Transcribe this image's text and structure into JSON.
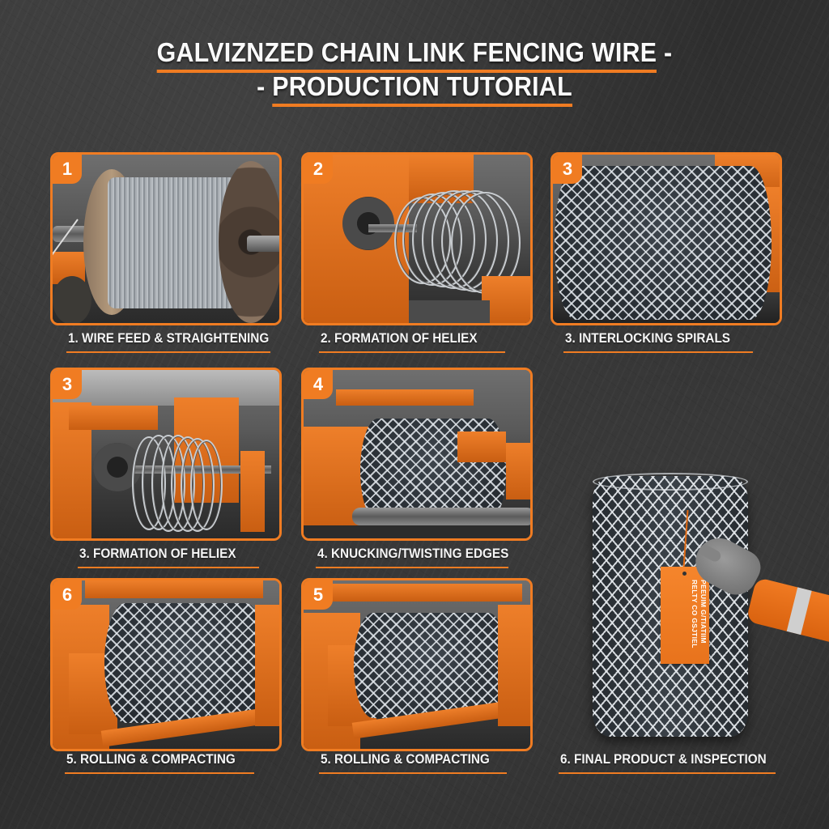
{
  "title": {
    "line1": "GALVIZNZED CHAIN LINK FENCING WIRE",
    "line1_suffix": "-",
    "line2_prefix": "-",
    "line2": "PRODUCTION TUTORIAL"
  },
  "colors": {
    "accent": "#f07c22",
    "background": "#333333",
    "text": "#f5f5f5"
  },
  "panels": [
    {
      "badge": "1",
      "caption": "1. WIRE FEED & STRAIGHTENING",
      "scene": "wire-spool"
    },
    {
      "badge": "2",
      "caption": "2. FORMATION OF HELIEX",
      "scene": "wire-coil-helix"
    },
    {
      "badge": "3",
      "caption": "3. INTERLOCKING SPIRALS",
      "scene": "mesh-roll"
    },
    {
      "badge": "3",
      "caption": "3. FORMATION OF HELIEX",
      "scene": "wire-coil-helix"
    },
    {
      "badge": "4",
      "caption": "4. KNUCKING/TWISTING EDGES",
      "scene": "mesh-roll-machine"
    },
    {
      "badge": "6",
      "caption": "5. ROLLING & COMPACTING",
      "scene": "mesh-roll-machine"
    },
    {
      "badge": "5",
      "caption": "5. ROLLING & COMPACTING",
      "scene": "mesh-roll-machine"
    }
  ],
  "final_product": {
    "caption": "6. FINAL PRODUCT & INSPECTION",
    "tag_line1": "PEEUIM G/TIATIIM",
    "tag_line2": "RELTY CO GSJTIEL",
    "scene": "chain-link-roll-with-tag-and-gloved-hand"
  }
}
